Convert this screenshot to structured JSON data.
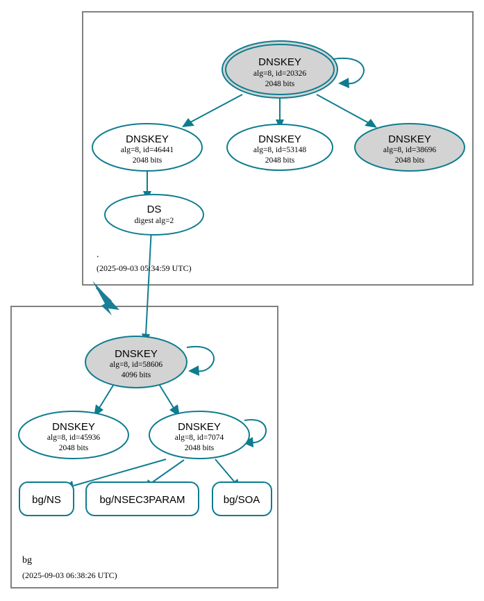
{
  "diagram": {
    "type": "dnssec-authentication-chain",
    "colors": {
      "edge": "#0e7c8f",
      "node_stroke": "#0e7c8f",
      "secure_fill": "#d3d3d3",
      "plain_fill": "#ffffff",
      "cluster_border": "#808080",
      "delegation_arrow": "#1a7f94"
    }
  },
  "zones": [
    {
      "name": "root-zone",
      "label": ".",
      "timestamp": "(2025-09-03 05:34:59 UTC)"
    },
    {
      "name": "bg-zone",
      "label": "bg",
      "timestamp": "(2025-09-03 06:38:26 UTC)"
    }
  ],
  "nodes": {
    "root_ksk": {
      "title": "DNSKEY",
      "line2": "alg=8, id=20326",
      "line3": "2048 bits",
      "shape": "doubleellipse",
      "fill": "grey",
      "self_signed": true
    },
    "root_zsk_46441": {
      "title": "DNSKEY",
      "line2": "alg=8, id=46441",
      "line3": "2048 bits",
      "shape": "ellipse",
      "fill": "white",
      "self_signed": false
    },
    "root_zsk_53148": {
      "title": "DNSKEY",
      "line2": "alg=8, id=53148",
      "line3": "2048 bits",
      "shape": "ellipse",
      "fill": "white",
      "self_signed": false
    },
    "root_zsk_38696": {
      "title": "DNSKEY",
      "line2": "alg=8, id=38696",
      "line3": "2048 bits",
      "shape": "ellipse",
      "fill": "grey",
      "self_signed": false
    },
    "root_ds": {
      "title": "DS",
      "line2": "digest alg=2",
      "line3": "",
      "shape": "ellipse",
      "fill": "white",
      "self_signed": false
    },
    "bg_ksk": {
      "title": "DNSKEY",
      "line2": "alg=8, id=58606",
      "line3": "4096 bits",
      "shape": "ellipse",
      "fill": "grey",
      "self_signed": true
    },
    "bg_zsk_45936": {
      "title": "DNSKEY",
      "line2": "alg=8, id=45936",
      "line3": "2048 bits",
      "shape": "ellipse",
      "fill": "white",
      "self_signed": false
    },
    "bg_zsk_7074": {
      "title": "DNSKEY",
      "line2": "alg=8, id=7074",
      "line3": "2048 bits",
      "shape": "ellipse",
      "fill": "white",
      "self_signed": true
    },
    "bg_ns": {
      "title": "bg/NS",
      "shape": "box"
    },
    "bg_nsec3param": {
      "title": "bg/NSEC3PARAM",
      "shape": "box"
    },
    "bg_soa": {
      "title": "bg/SOA",
      "shape": "box"
    }
  }
}
